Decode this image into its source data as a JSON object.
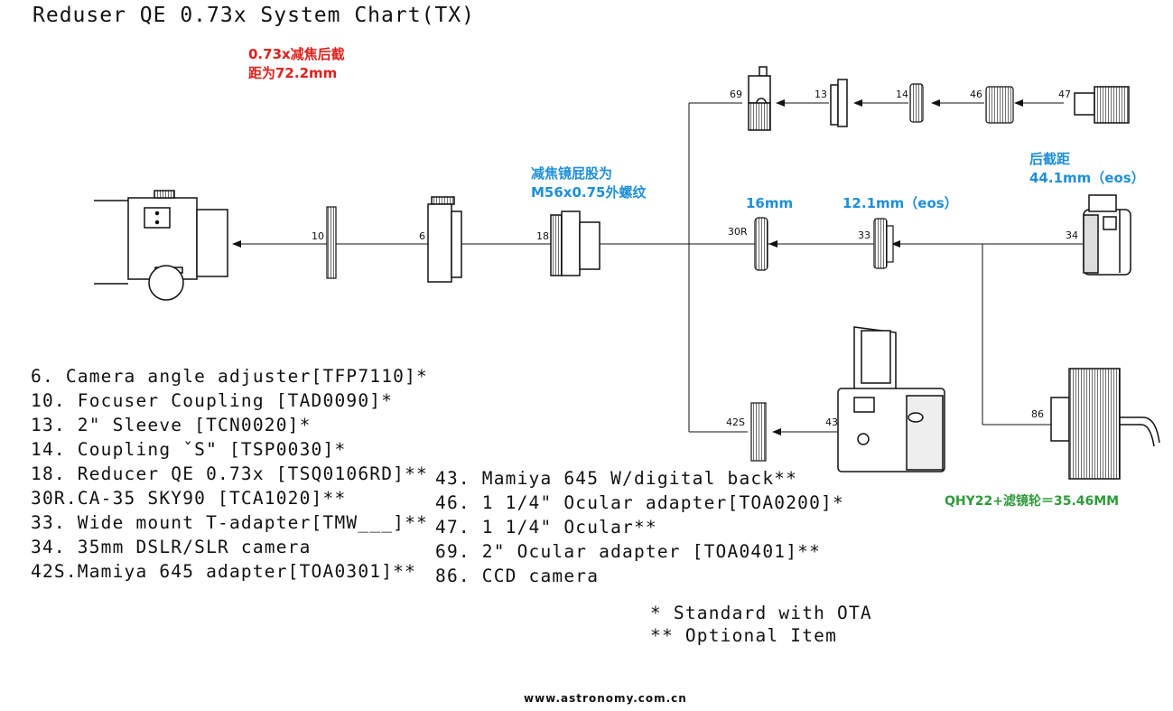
{
  "title": "Reduser QE 0.73x System Chart(TX)",
  "callouts": {
    "backfocus_073": [
      "0.73x减焦后截",
      "距为72.2mm"
    ],
    "reducer_thread": [
      "减焦镜屁股为",
      "M56x0.75外螺纹"
    ],
    "len_16": "16mm",
    "len_12_1": "12.1mm（eos）",
    "eos_backfocus": [
      "后截距",
      "44.1mm（eos）"
    ],
    "qhy22": "QHY22+滤镜轮＝35.46MM"
  },
  "diagram_labels": {
    "p69": "69",
    "p13": "13",
    "p14": "14",
    "p46": "46",
    "p47": "47",
    "p10": "10",
    "p6": "6",
    "p18": "18",
    "p30r": "30R",
    "p33": "33",
    "p34": "34",
    "p42s": "42S",
    "p43": "43",
    "p86": "86"
  },
  "parts_left": [
    " 6. Camera angle adjuster[TFP7110]*",
    "10. Focuser Coupling [TAD0090]*",
    "13. 2\" Sleeve    [TCN0020]*",
    "14. Coupling ˇS\"  [TSP0030]*",
    "18. Reducer QE 0.73x [TSQ0106RD]**",
    "30R.CA-35 SKY90 [TCA1020]**",
    "33. Wide mount T-adapter[TMW___]**",
    "34. 35mm DSLR/SLR camera",
    "42S.Mamiya 645 adapter[TOA0301]**"
  ],
  "parts_right": [
    "43. Mamiya 645  W/digital back**",
    "46. 1 1/4\" Ocular adapter[TOA0200]*",
    "47. 1 1/4\" Ocular**",
    "69. 2\" Ocular adapter  [TOA0401]**",
    "86. CCD camera"
  ],
  "legend": [
    "*  Standard with OTA",
    "** Optional Item"
  ],
  "footer": "www.astronomy.com.cn",
  "colors": {
    "red": "#e0201b",
    "blue": "#1e8fd8",
    "green": "#2f9a3a",
    "line": "#111111"
  }
}
